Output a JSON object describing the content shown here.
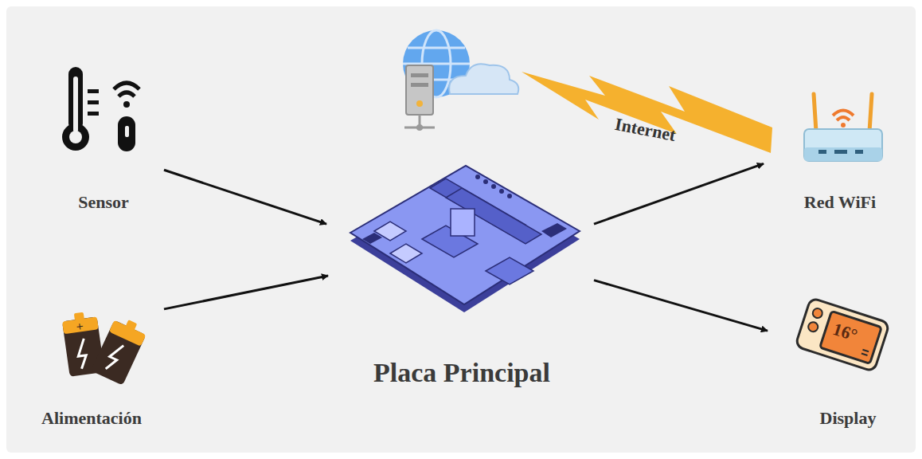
{
  "diagram": {
    "nodes": [
      {
        "text": [
          "Sensor"
        ]
      },
      {
        "text": [
          "Alimentación"
        ]
      },
      {
        "text": [
          "Placa Principal"
        ]
      },
      {
        "text": [
          "Red WiFi"
        ]
      },
      {
        "text": [
          "Display"
        ]
      }
    ],
    "edges": [
      {
        "from": 0,
        "to": 2,
        "arrow": "to"
      },
      {
        "from": 1,
        "to": 2,
        "arrow": "to"
      },
      {
        "from": 2,
        "to": 3,
        "arrow": "to"
      },
      {
        "from": 2,
        "to": 4,
        "arrow": "to"
      }
    ],
    "labels": [
      "Internet",
      "16°"
    ]
  }
}
